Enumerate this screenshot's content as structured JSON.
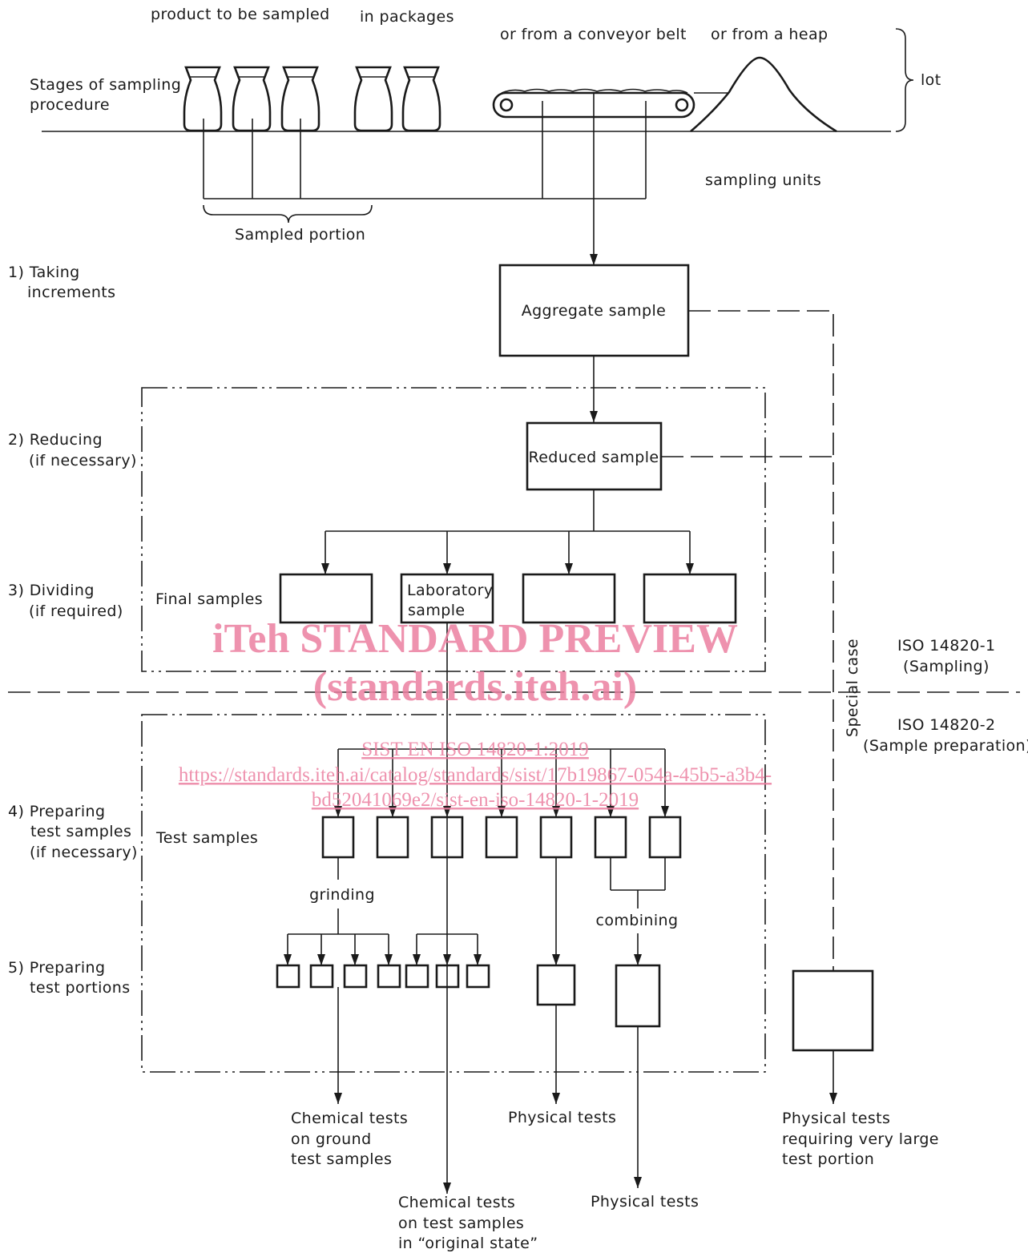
{
  "header": {
    "product_to_be_sampled": "product to be sampled",
    "in_packages": "in packages",
    "from_conveyor": "or from a conveyor belt",
    "from_heap": "or from a heap",
    "stages_line1": "Stages of sampling",
    "stages_line2": "procedure",
    "lot": "lot",
    "sampling_units": "sampling units",
    "sampled_portion": "Sampled portion"
  },
  "stages": {
    "taking_1": "1) Taking",
    "taking_2": "increments",
    "reducing_1": "2) Reducing",
    "reducing_2": "(if necessary)",
    "dividing_1": "3) Dividing",
    "dividing_2": "(if required)",
    "preparing_samples_1": "4) Preparing",
    "preparing_samples_2": "test samples",
    "preparing_samples_3": "(if necessary)",
    "preparing_portions_1": "5) Preparing",
    "preparing_portions_2": "test portions"
  },
  "boxes": {
    "aggregate_sample": "Aggregate sample",
    "reduced_sample": "Reduced sample",
    "final_samples": "Final samples",
    "laboratory_sample_1": "Laboratory",
    "laboratory_sample_2": "sample",
    "test_samples": "Test samples"
  },
  "operations": {
    "grinding": "grinding",
    "combining": "combining",
    "special_case": "Special case"
  },
  "standards": {
    "part1_1": "ISO 14820-1",
    "part1_2": "(Sampling)",
    "part2_1": "ISO 14820-2",
    "part2_2": "(Sample preparation)"
  },
  "outcomes": {
    "chem_ground_1": "Chemical tests",
    "chem_ground_2": "on ground",
    "chem_ground_3": "test samples",
    "chem_orig_1": "Chemical tests",
    "chem_orig_2": "on test samples",
    "chem_orig_3": "in “original state”",
    "phys_1": "Physical tests",
    "phys_2": "Physical tests",
    "phys_large_1": "Physical tests",
    "phys_large_2": "requiring very large",
    "phys_large_3": "test portion"
  },
  "watermark": {
    "title": "iTeh STANDARD PREVIEW",
    "site": "(standards.iteh.ai)",
    "doc_id": "SIST EN ISO 14820-1:2019",
    "url_1": "https://standards.iteh.ai/catalog/standards/sist/17b19867-054a-45b5-a3b4-",
    "url_2": "bd52041069e2/sist-en-iso-14820-1-2019"
  },
  "colors": {
    "line": "#1a1a1a",
    "watermark": "#ec7fa0",
    "background": "#ffffff"
  }
}
